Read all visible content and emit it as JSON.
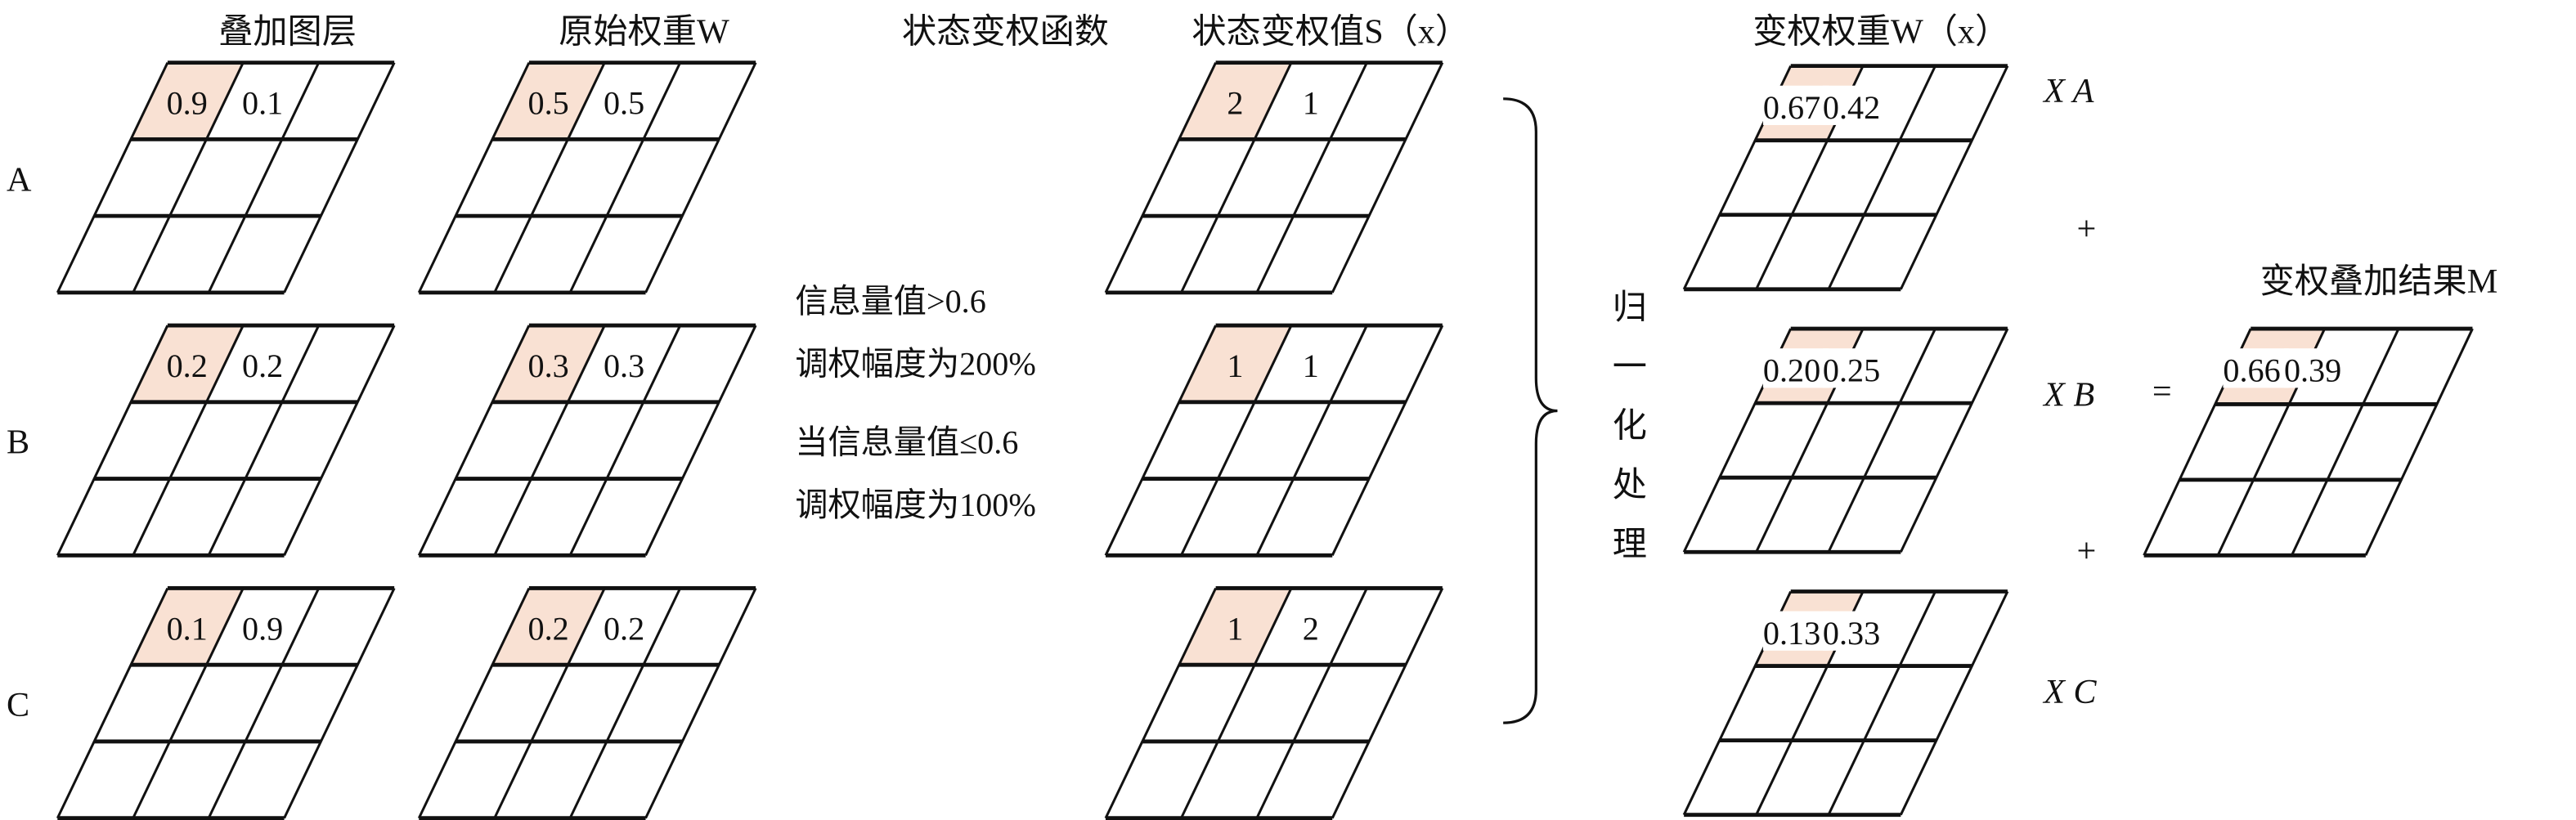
{
  "titles": {
    "overlay_layers": "叠加图层",
    "original_weight": "原始权重W",
    "state_function": "状态变权函数",
    "state_value": "状态变权值S（x）",
    "variable_weight": "变权权重W（x）",
    "result": "变权叠加结果M"
  },
  "row_labels": [
    "A",
    "B",
    "C"
  ],
  "function_text": [
    "信息量值>0.6",
    "调权幅度为200%",
    "当信息量值≤0.6",
    "调权幅度为100%"
  ],
  "normalize_label": [
    "归",
    "一",
    "化",
    "处",
    "理"
  ],
  "operators": {
    "xa": "X A",
    "xb": "X B",
    "xc": "X C",
    "plus": "+",
    "equals": "="
  },
  "grids": {
    "overlay": [
      [
        "0.9",
        "0.1"
      ],
      [
        "0.2",
        "0.2"
      ],
      [
        "0.1",
        "0.9"
      ]
    ],
    "original": [
      [
        "0.5",
        "0.5"
      ],
      [
        "0.3",
        "0.3"
      ],
      [
        "0.2",
        "0.2"
      ]
    ],
    "state": [
      [
        "2",
        "1"
      ],
      [
        "1",
        "1"
      ],
      [
        "1",
        "2"
      ]
    ],
    "variable": [
      [
        "0.67",
        "0.42"
      ],
      [
        "0.20",
        "0.25"
      ],
      [
        "0.13",
        "0.33"
      ]
    ],
    "result": [
      [
        "0.66",
        "0.39"
      ]
    ]
  },
  "colors": {
    "highlight": "#f9e1d3",
    "line": "#111111"
  }
}
